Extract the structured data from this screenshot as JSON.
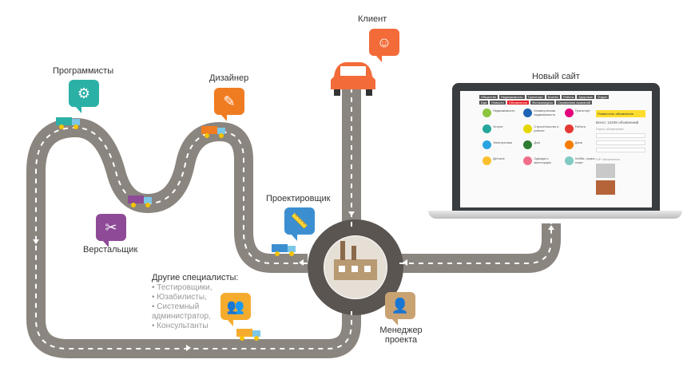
{
  "labels": {
    "client": "Клиент",
    "programmers": "Программисты",
    "designer": "Дизайнер",
    "architect": "Проектировщик",
    "layout_designer": "Верстальщик",
    "new_site": "Новый сайт",
    "manager": "Менеджер проекта",
    "others_title": "Другие специалисты:"
  },
  "others": [
    "Тестировщики,",
    "Юзабилисты,",
    "Системный администратор,",
    "Консультанты"
  ],
  "site": {
    "tabs": [
      "Общество",
      "Недвижимость",
      "Транспорт",
      "Бизнес",
      "Работа",
      "Здоровье",
      "Отдых",
      "Еда",
      "Новости",
      "Объявления",
      "Фотоконкурсы",
      "Справочник компаний"
    ],
    "active_tab": "Объявления",
    "categories": [
      "Недвижимость",
      "Коммерческая недвижимость",
      "Транспорт",
      "Услуги",
      "Строительство и ремонт",
      "Работа",
      "Электроника",
      "Дом",
      "Дача",
      "Детское",
      "Одежда и аксессуары",
      "Хобби, отдых, спорт"
    ],
    "post_button": "Разместить объявление",
    "total": "Всего: 12349 объявлений",
    "search": "Поиск объявлений",
    "vip": "VIP объявления"
  },
  "colors": {
    "road": "#8b857f",
    "client": "#f26b38",
    "programmers": "#2bb0a6",
    "designer": "#f07c22",
    "architect": "#3b8fd1",
    "layout": "#8e4a97",
    "others": "#f5ac2e",
    "manager": "#c9a272"
  }
}
